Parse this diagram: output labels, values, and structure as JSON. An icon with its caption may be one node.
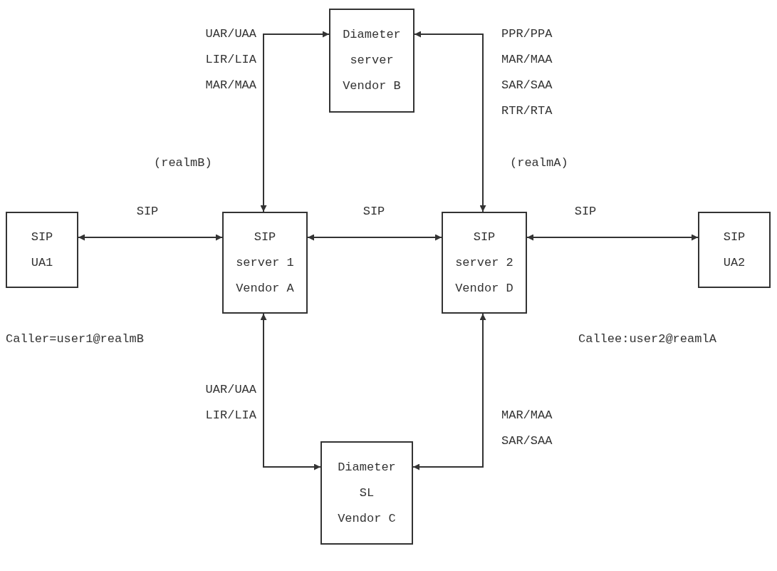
{
  "diagram": {
    "nodes": [
      {
        "text": [
          "Diameter server Vendor B"
        ]
      },
      {
        "text": [
          "SIP UA1"
        ]
      },
      {
        "text": [
          "SIP server 1 Vendor A"
        ]
      },
      {
        "text": [
          "SIP server 2 Vendor D"
        ]
      },
      {
        "text": [
          "SIP UA2"
        ]
      },
      {
        "text": [
          "Diameter SL Vendor C"
        ]
      }
    ],
    "edges": [
      {
        "from": 2,
        "to": 0,
        "arrow": "both",
        "label": "UAR/UAA LIR/LIA MAR/MAA"
      },
      {
        "from": 3,
        "to": 0,
        "arrow": "both",
        "label": "PPR/PPA MAR/MAA SAR/SAA RTR/RTA"
      },
      {
        "from": 1,
        "to": 2,
        "arrow": "both",
        "label": "SIP"
      },
      {
        "from": 2,
        "to": 3,
        "arrow": "both",
        "label": "SIP"
      },
      {
        "from": 3,
        "to": 4,
        "arrow": "both",
        "label": "SIP"
      },
      {
        "from": 5,
        "to": 2,
        "arrow": "both",
        "label": "UAR/UAA LIR/LIA"
      },
      {
        "from": 5,
        "to": 3,
        "arrow": "both",
        "label": "MAR/MAA SAR/SAA"
      }
    ],
    "labels": [
      "(realmB)",
      "(realmA)",
      "Caller=user1@realmB",
      "Callee:user2@reamlA"
    ]
  }
}
